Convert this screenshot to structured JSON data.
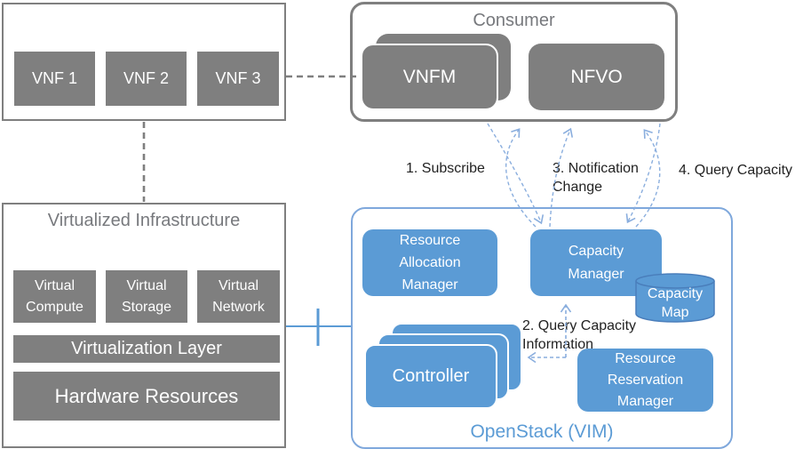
{
  "colors": {
    "accent_blue": "#5b9bd5",
    "gray": "#7f7f7f",
    "arrow_blue": "#8aaede",
    "vim_border_blue": "#7fa8dc",
    "title_gray": "#77797d"
  },
  "vnf_panel": {
    "items": [
      {
        "label": "VNF 1"
      },
      {
        "label": "VNF 2"
      },
      {
        "label": "VNF 3"
      }
    ]
  },
  "consumer": {
    "title": "Consumer",
    "vnfm_label": "VNFM",
    "nfvo_label": "NFVO"
  },
  "vi_panel": {
    "title": "Virtualized Infrastructure",
    "blocks": [
      {
        "label": "Virtual Compute"
      },
      {
        "label": "Virtual Storage"
      },
      {
        "label": "Virtual Network"
      }
    ],
    "layer_label": "Virtualization Layer",
    "hardware_label": "Hardware Resources"
  },
  "vim_panel": {
    "title": "OpenStack (VIM)",
    "resource_allocation_manager": "Resource Allocation Manager",
    "capacity_manager": "Capacity Manager",
    "capacity_map": "Capacity Map",
    "controller": "Controller",
    "resource_reservation_manager": "Resource Reservation Manager"
  },
  "flows": {
    "subscribe": "1. Subscribe",
    "query_capacity_information": "2. Query Capacity Information",
    "notification_change": "3. Notification Change",
    "query_capacity": "4. Query Capacity"
  }
}
